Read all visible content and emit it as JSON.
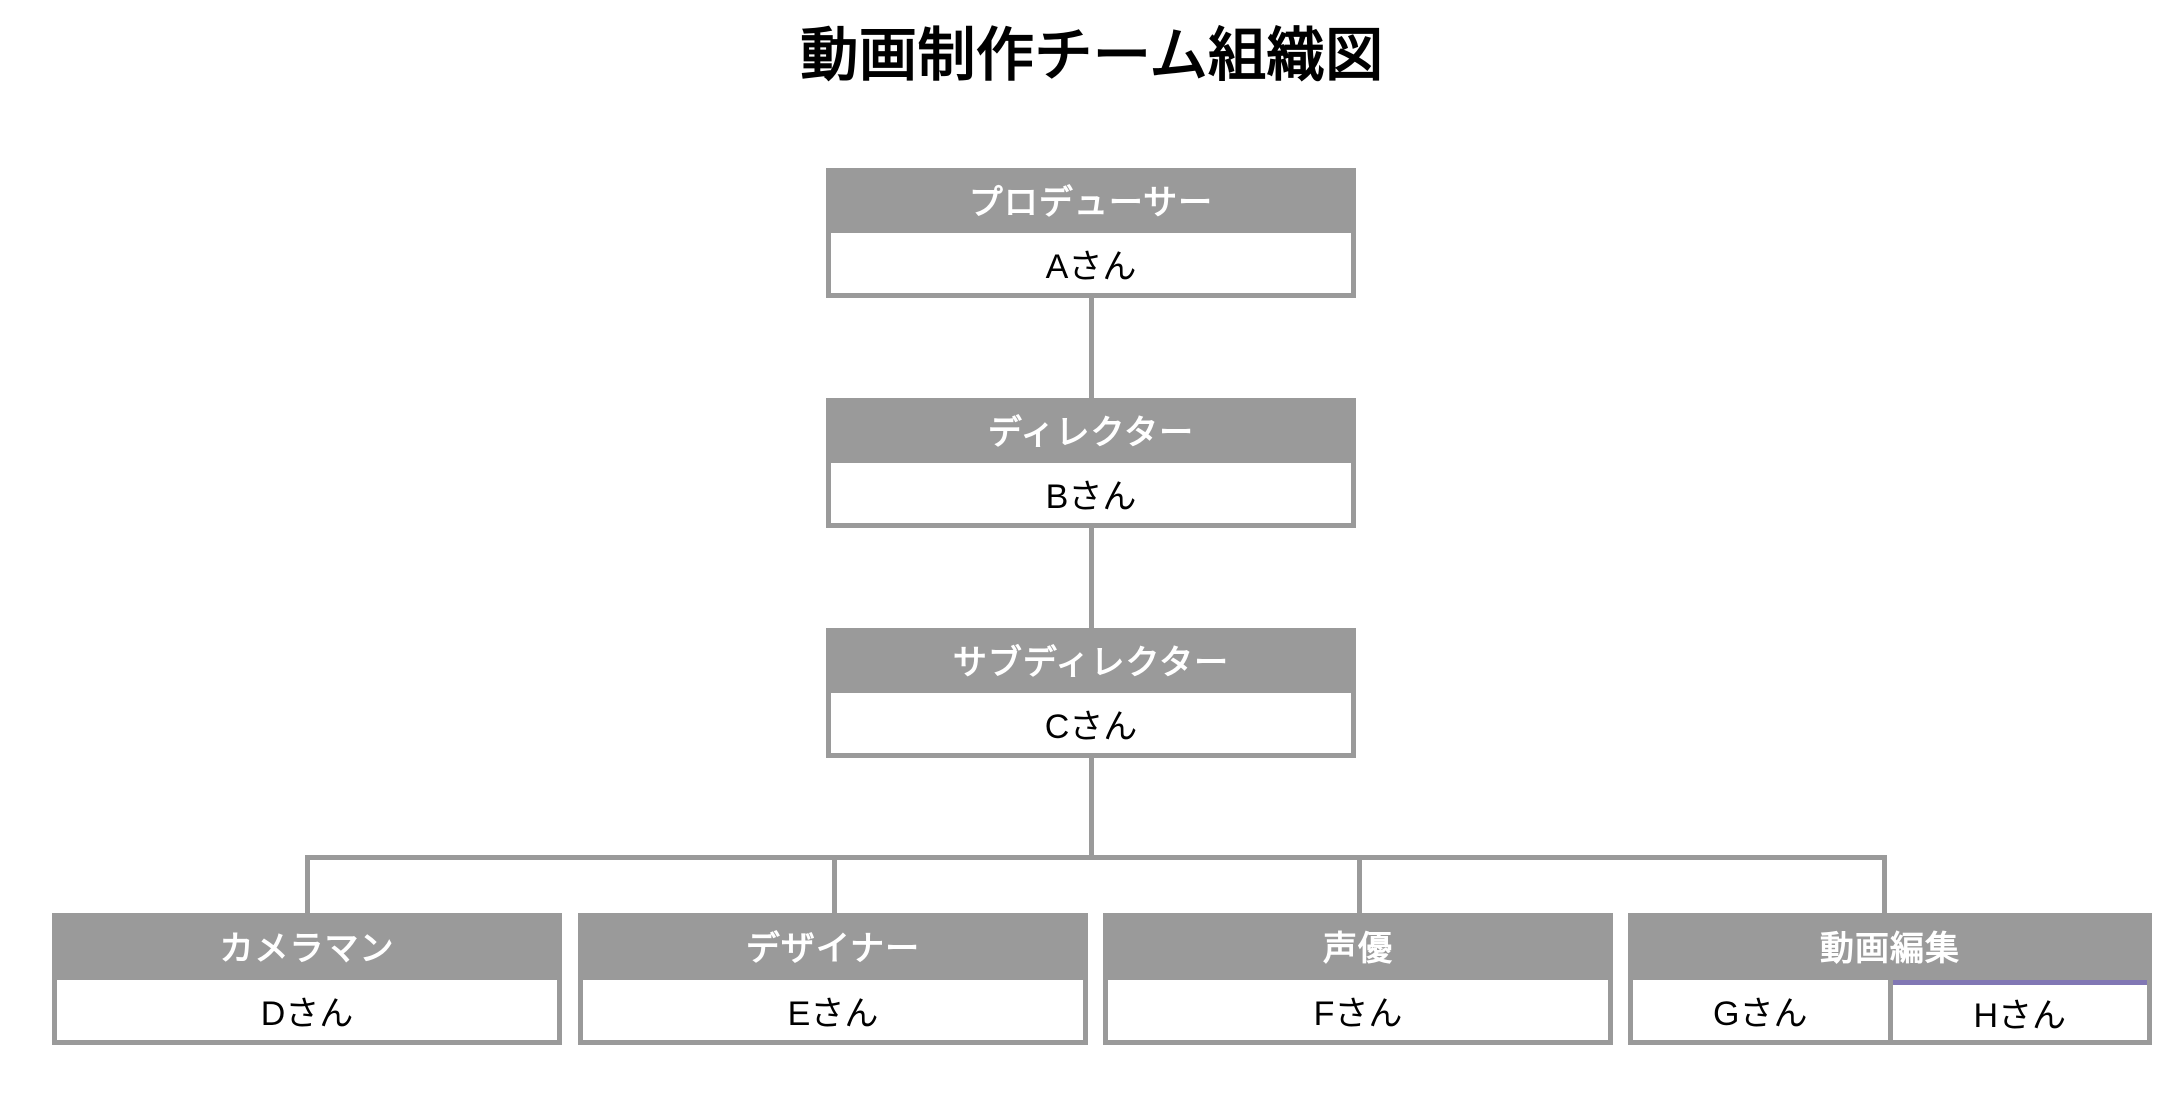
{
  "page": {
    "title": "動画制作チーム組織図",
    "background_color": "#ffffff"
  },
  "theme": {
    "header_fill": "#9a9a9a",
    "header_text": "#ffffff",
    "body_fill": "#ffffff",
    "body_text": "#000000",
    "border_color": "#9a9a9a",
    "connector_color": "#9a9a9a",
    "accent_color": "#8177b4"
  },
  "chart_data": {
    "type": "diagram",
    "diagram_type": "organization-chart",
    "title": "動画制作チーム組織図",
    "orientation": "top-down",
    "levels": 4,
    "nodes": [
      {
        "id": "producer",
        "role": "プロデューサー",
        "members": [
          "Aさん"
        ],
        "level": 1,
        "parent": null
      },
      {
        "id": "director",
        "role": "ディレクター",
        "members": [
          "Bさん"
        ],
        "level": 2,
        "parent": "producer"
      },
      {
        "id": "sub-director",
        "role": "サブディレクター",
        "members": [
          "Cさん"
        ],
        "level": 3,
        "parent": "director"
      },
      {
        "id": "cameraman",
        "role": "カメラマン",
        "members": [
          "Dさん"
        ],
        "level": 4,
        "parent": "sub-director"
      },
      {
        "id": "designer",
        "role": "デザイナー",
        "members": [
          "Eさん"
        ],
        "level": 4,
        "parent": "sub-director"
      },
      {
        "id": "voice-actor",
        "role": "声優",
        "members": [
          "Fさん"
        ],
        "level": 4,
        "parent": "sub-director"
      },
      {
        "id": "video-editing",
        "role": "動画編集",
        "members": [
          "Gさん",
          "Hさん"
        ],
        "level": 4,
        "parent": "sub-director",
        "accent_member_index": 1
      }
    ]
  },
  "nodes": {
    "producer": {
      "role": "プロデューサー",
      "member1": "Aさん"
    },
    "director": {
      "role": "ディレクター",
      "member1": "Bさん"
    },
    "sub_director": {
      "role": "サブディレクター",
      "member1": "Cさん"
    },
    "cameraman": {
      "role": "カメラマン",
      "member1": "Dさん"
    },
    "designer": {
      "role": "デザイナー",
      "member1": "Eさん"
    },
    "voice_actor": {
      "role": "声優",
      "member1": "Fさん"
    },
    "video_editing": {
      "role": "動画編集",
      "member1": "Gさん",
      "member2": "Hさん"
    }
  }
}
